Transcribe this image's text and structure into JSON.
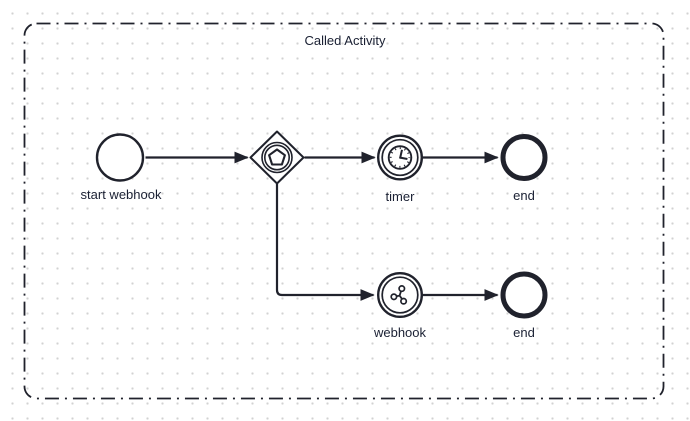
{
  "diagram": {
    "title": "Called Activity",
    "frame": {
      "style": "dash-dot-rounded-rectangle"
    },
    "nodes": [
      {
        "id": "start",
        "kind": "start-event",
        "label": "start webhook",
        "icon": ""
      },
      {
        "id": "gateway",
        "kind": "event-based-gateway",
        "label": "",
        "icon": "pentagon-in-double-circle"
      },
      {
        "id": "timer",
        "kind": "intermediate-catch-event",
        "label": "timer",
        "icon": "clock"
      },
      {
        "id": "webhook",
        "kind": "intermediate-catch-event",
        "label": "webhook",
        "icon": "webhook-hub"
      },
      {
        "id": "end-top",
        "kind": "end-event",
        "label": "end",
        "icon": ""
      },
      {
        "id": "end-bottom",
        "kind": "end-event",
        "label": "end",
        "icon": ""
      }
    ],
    "flows": [
      {
        "from": "start",
        "to": "gateway",
        "shape": "straight-arrow"
      },
      {
        "from": "gateway",
        "to": "timer",
        "shape": "straight-arrow"
      },
      {
        "from": "timer",
        "to": "end-top",
        "shape": "straight-arrow"
      },
      {
        "from": "gateway",
        "to": "webhook",
        "shape": "down-then-right-arrow"
      },
      {
        "from": "webhook",
        "to": "end-bottom",
        "shape": "straight-arrow"
      }
    ],
    "colors": {
      "stroke": "#20222c",
      "label_text": "#1a2033",
      "background": "#ffffff",
      "grid_dot": "#d2d2d2"
    }
  }
}
